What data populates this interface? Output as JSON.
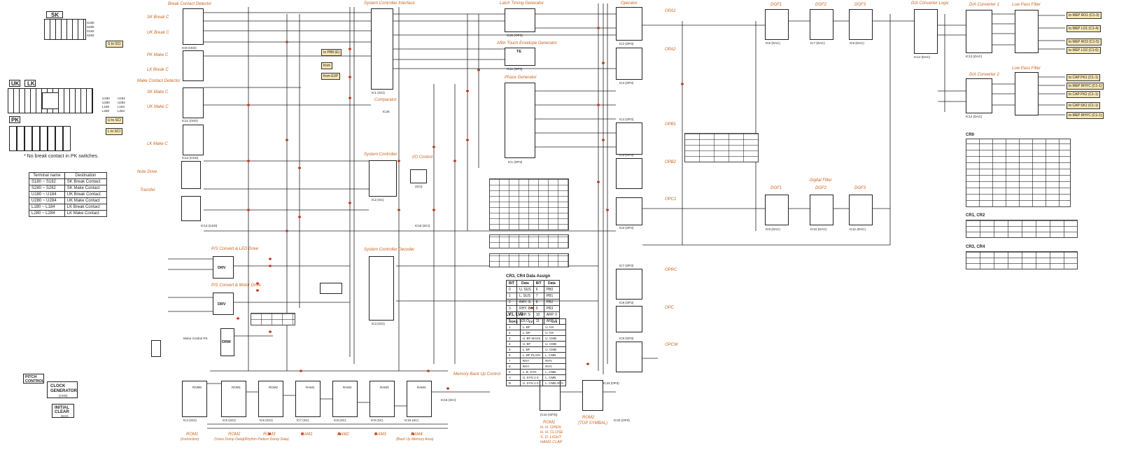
{
  "keyboards": {
    "sk": {
      "name": "SK",
      "pins": [
        "S180",
        "S280",
        "S182",
        "S282"
      ],
      "tag": "S to SCI"
    },
    "uk": {
      "name": "UK",
      "pins": [
        "U180",
        "U280",
        "U184",
        "U284"
      ],
      "tag": "U to SCI"
    },
    "lk": {
      "name": "LK",
      "pins": [
        "L180",
        "L280",
        "L184",
        "L284"
      ],
      "tag": "L to SCI"
    },
    "pk": {
      "name": "PK"
    },
    "footnote": "* No break contact in PK switches."
  },
  "terminal_table": {
    "headers": [
      "Terminal name",
      "Destination"
    ],
    "rows": [
      [
        "S180 ~ S182",
        "SK Break Contact"
      ],
      [
        "S280 ~ S282",
        "SK Make Contact"
      ],
      [
        "U180 ~ U184",
        "UK Break Contact"
      ],
      [
        "U280 ~ U284",
        "UK Make Contact"
      ],
      [
        "L180 ~ L184",
        "LK Break Contact"
      ],
      [
        "L280 ~ L284",
        "LK Make Contact"
      ]
    ]
  },
  "left_labels": {
    "sk_break": "SK Break C",
    "uk_break": "UK Break C",
    "pk_make": "PK Make C",
    "lk_break": "LK Break C",
    "sk_make": "SK Make C",
    "uk_make": "UK Make C",
    "lk_make": "LK Make C",
    "make_detector": "Make Contact Detector",
    "note_drive": "Note Drive",
    "transfer": "Transfer"
  },
  "blocks": {
    "break_detector": {
      "title": "Break Contact Detector",
      "ic": "IC9 (CKD)"
    },
    "ic10": "IC10 (OP3)",
    "ic11": {
      "ic": "IC11 (CKD)"
    },
    "ic12": {
      "ic": "IC12 (CKD)"
    },
    "ic13": {
      "ic": "IC13 (CKD)"
    },
    "sci": {
      "title": "System Controller Interface",
      "ic": "IC1 (SCI)"
    },
    "comparator": {
      "title": "Comparator",
      "ic": "IC26"
    },
    "latch": {
      "title": "Latch Timing Generator",
      "ic": "IC28 (OP3)"
    },
    "aftertouch": {
      "title": "After Touch Envelope Generator",
      "ic": "IC11 (OP3)",
      "inner": "TE"
    },
    "phase": {
      "title": "Phase Generator",
      "ic": "IC1 (OP3)"
    },
    "sc": {
      "title": "System Controller",
      "ic": "IC2 (SC)"
    },
    "io_control": {
      "title": "I/O Control",
      "ic": "(SCI)"
    },
    "ic18": {
      "ic": "IC18 (SCI)"
    },
    "decoder": {
      "title": "System Controller Decoder",
      "ic": "IC3 (SCI)"
    },
    "ps1": {
      "title": "P/S Convert & LED Drive",
      "inner": "DRV"
    },
    "ps2": {
      "title": "P/S Convert & Motor Drive",
      "inner": "DRV"
    },
    "drm": {
      "inner": "DRM",
      "label": "Motor Control PS"
    },
    "clock": {
      "inner1": "CLOCK",
      "inner2": "GENERATOR",
      "ic": "(CKD)"
    },
    "pitch": {
      "inner1": "PITCH",
      "inner2": "CONTROL"
    },
    "clear": {
      "inner1": "INITIAL",
      "inner2": "CLEAR",
      "ic": "(KCI)"
    },
    "op_title": "Operator",
    "op_blocks": [
      {
        "ic": "IC2 (OP3)",
        "out": "OPA1"
      },
      {
        "ic": "IC3 (OP3)",
        "out": "OPA2"
      },
      {
        "ic": "IC4 (OP3)",
        "out": "OPB1"
      },
      {
        "ic": "IC5 (OP3)",
        "out": "OPB2"
      },
      {
        "ic": "IC6 (OP3)",
        "out": "OPC1"
      },
      {
        "ic": "IC7 (OP3)",
        "out": "OPRC"
      },
      {
        "ic": "IC8 (OP3)",
        "out": "OPC"
      },
      {
        "ic": "IC9 (OP3)",
        "out": "OPCW"
      }
    ],
    "dgf_top": [
      {
        "name": "DGF1",
        "ic": "IC6 (DAC)"
      },
      {
        "name": "DGF2",
        "ic": "IC7 (DAC)"
      },
      {
        "name": "DGF3",
        "ic": "IC8 (DAC)"
      }
    ],
    "dgf_bottom_title": "Digital Filter",
    "dgf_bottom": [
      {
        "name": "DGF1",
        "ic": "IC9 (DAC)"
      },
      {
        "name": "DGF2",
        "ic": "IC10 (DAC)"
      },
      {
        "name": "DGF3",
        "ic": "IC11 (DAC)"
      }
    ],
    "da_logic": {
      "title": "D/A Converter Logic",
      "ic": "IC12 (DAC)"
    },
    "da1": {
      "title": "D/A Converter 1",
      "ic": "IC13 (DAC)"
    },
    "da2": {
      "title": "D/A Converter 2",
      "ic": "IC14 (DAC)"
    },
    "lpf1": {
      "title": "Low Pass Filter"
    },
    "lpf2": {
      "title": "Low Pass Filter"
    },
    "memory_backup": "Memory Back Up Control",
    "ic15": "IC15 (SCI)",
    "ic33": "IC33 (OP3)",
    "ic34": "IC34 (OP3)"
  },
  "side_tags": [
    {
      "label": "to PB8 (E)"
    },
    {
      "label": "from"
    },
    {
      "label": "from EXP"
    }
  ],
  "outputs_top": [
    {
      "label": "to MEP RO1 (C1-3)"
    },
    {
      "label": "to MEP LO1 (C1-4)"
    },
    {
      "label": "to MEP RO2 (C1-5)"
    },
    {
      "label": "to MEP LO2 (C1-6)"
    }
  ],
  "outputs_bottom": [
    {
      "label": "to CAP PK1 (C1-1)"
    },
    {
      "label": "to MEP RHYC (C1-1)"
    },
    {
      "label": "to CAP PK2 (C1-1)"
    },
    {
      "label": "to CAP SK1 (C1-1)"
    },
    {
      "label": "to MEP RHYC (C1-1)"
    }
  ],
  "memory": {
    "chips": [
      {
        "name": "ROM0",
        "ic": "IC4 (SCI)"
      },
      {
        "name": "ROM1",
        "ic": "IC5 (SCI)"
      },
      {
        "name": "ROM2",
        "ic": "IC6 (SCI)"
      },
      {
        "name": "RAM1",
        "ic": "IC7 (SC)"
      },
      {
        "name": "RAM2",
        "ic": "IC8 (SC)"
      },
      {
        "name": "RAM3",
        "ic": "IC9 (SC)"
      },
      {
        "name": "RAM4",
        "ic": "IC16 (SC)"
      }
    ],
    "captions": [
      {
        "name": "ROM1",
        "desc": "(Instruction)"
      },
      {
        "name": "ROM2",
        "desc": "(Voice Dump Data)"
      },
      {
        "name": "ROM3",
        "desc": "(Rhythm Pattern Dump Data)"
      },
      {
        "name": "RAM1",
        "desc": ""
      },
      {
        "name": "RAM2",
        "desc": ""
      },
      {
        "name": "RAM3",
        "desc": ""
      },
      {
        "name": "RAM4",
        "desc": "(Back Up Memory Area)"
      }
    ],
    "rom1_bottom": {
      "name": "ROM1",
      "ic": "(C10 (OP3))"
    },
    "rom2_bottom": {
      "name": "ROM2",
      "desc": "(TOP SYMBAL)"
    },
    "rom1_notes": [
      "H. H. OPEN",
      "H. H. CLOSE",
      "S. D. LIGHT",
      "HAND CLAP"
    ]
  },
  "cr_tables": {
    "cr3_cr4_title": "CR3, CR4  Data Assign",
    "cr3_cr4": {
      "headers": [
        "BIT",
        "Data",
        "BIT",
        "Data"
      ],
      "rows": [
        [
          "0",
          "U. SUS",
          "6",
          "PB0"
        ],
        [
          "1",
          "L. SUS",
          "7",
          "PB1"
        ],
        [
          "2",
          "RHY. S",
          "8",
          "PB2"
        ],
        [
          "3",
          "RHY. B",
          "9",
          "PB3"
        ],
        [
          "4",
          "ARP. S",
          "10",
          "ARP. 0"
        ],
        [
          "5",
          "SOLO",
          "11",
          "ARP. 1"
        ]
      ]
    },
    "lv_title": "LV1, LV2",
    "lv": {
      "headers": [
        "ADRS",
        "LV1",
        "LV2"
      ],
      "rows": [
        [
          "1",
          "L. BF",
          "U. HX"
        ],
        [
          "2",
          "L. BP",
          "U. HX"
        ],
        [
          "3",
          "U. BF MASS",
          "U. CMB"
        ],
        [
          "4",
          "U. BF",
          "U. CMB"
        ],
        [
          "5",
          "L. BF",
          "U. CMB"
        ],
        [
          "6",
          "L. BF PLAIN",
          "L. CMB"
        ],
        [
          "7",
          "RHY.",
          "RHY."
        ],
        [
          "8",
          "RHY.",
          "RHY."
        ],
        [
          "9",
          "L. B. SYN",
          "L. CMB"
        ],
        [
          "A",
          "U. SYN 1-3",
          "L. CMB"
        ],
        [
          "B",
          "U. SYN 1-3",
          "L. CMB ARG"
        ]
      ]
    },
    "right_labels": [
      "CR0",
      "CR1, CR2",
      "CR3, CR4"
    ]
  },
  "colors": {
    "accent": "#c8641e",
    "tag": "#f6e6b4",
    "line": "#222222",
    "node": "#c0391b"
  }
}
